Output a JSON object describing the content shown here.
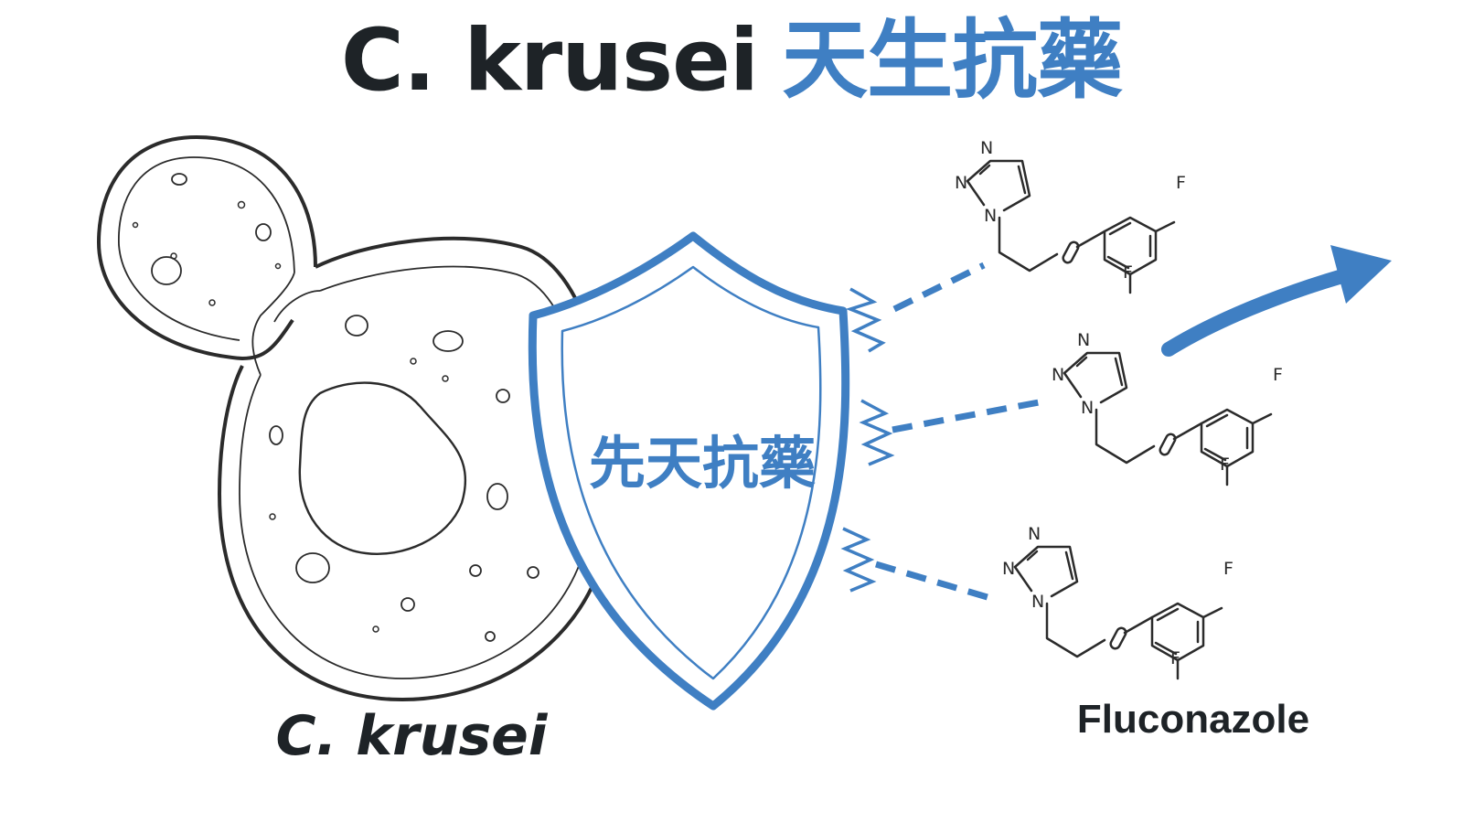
{
  "title": {
    "latin": "C. krusei",
    "cjk": "天生抗藥"
  },
  "shield": {
    "label": "先天抗藥"
  },
  "cell": {
    "label": "C. krusei"
  },
  "drug": {
    "label": "Fluconazole",
    "atoms": {
      "n": "N",
      "f": "F"
    }
  },
  "colors": {
    "accent": "#3f7fc3",
    "ink": "#1e2327",
    "line": "#2b2b2b"
  }
}
